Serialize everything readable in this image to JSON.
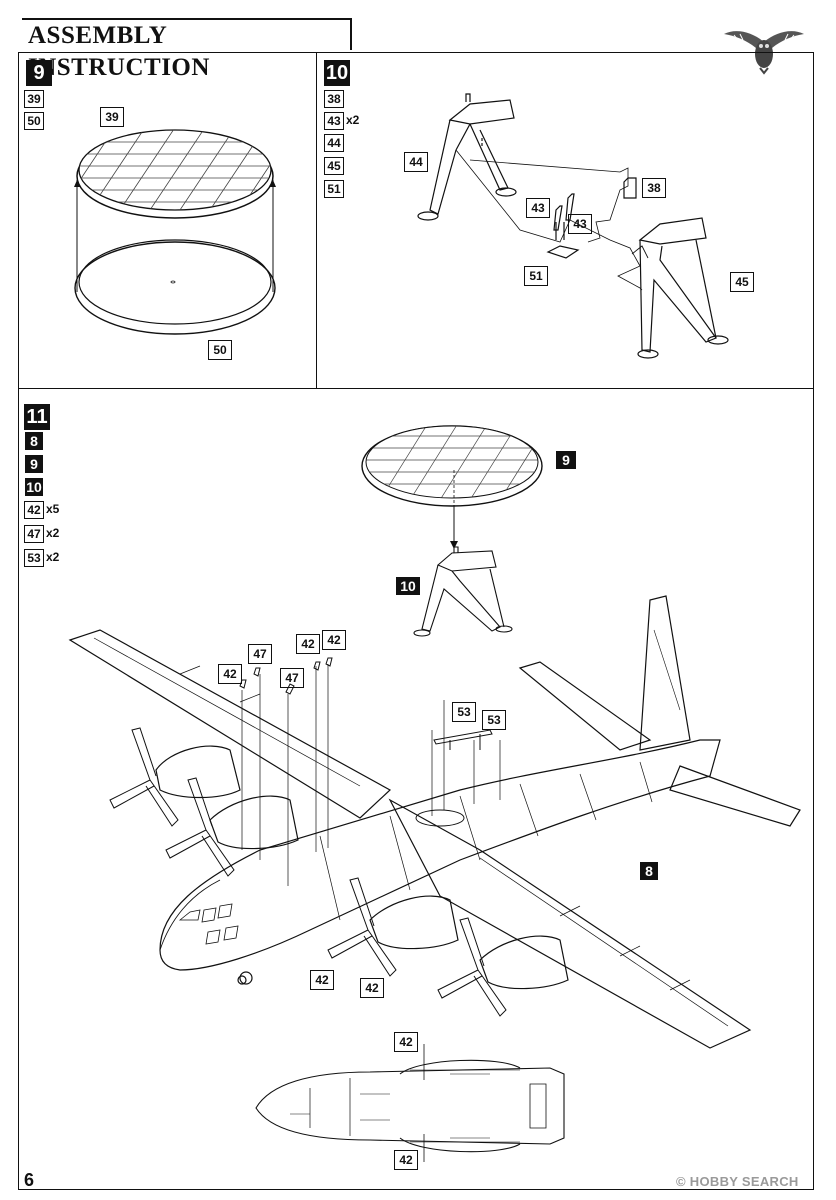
{
  "header": {
    "title": "ASSEMBLY INSTRUCTION",
    "logo_icon": "owl-logo-icon"
  },
  "steps": {
    "s9": {
      "number": "9",
      "parts": [
        {
          "id": "39",
          "qty": ""
        },
        {
          "id": "50",
          "qty": ""
        }
      ],
      "callouts": {
        "top": "39",
        "bottom": "50"
      }
    },
    "s10": {
      "number": "10",
      "parts": [
        {
          "id": "38",
          "qty": ""
        },
        {
          "id": "43",
          "qty": "x2"
        },
        {
          "id": "44",
          "qty": ""
        },
        {
          "id": "45",
          "qty": ""
        },
        {
          "id": "51",
          "qty": ""
        }
      ],
      "callouts": {
        "c44": "44",
        "c38": "38",
        "c43a": "43",
        "c43b": "43",
        "c51": "51",
        "c45": "45"
      }
    },
    "s11": {
      "number": "11",
      "subassemblies": [
        "8",
        "9",
        "10"
      ],
      "parts": [
        {
          "id": "42",
          "qty": "x5"
        },
        {
          "id": "47",
          "qty": "x2"
        },
        {
          "id": "53",
          "qty": "x2"
        }
      ],
      "callouts": {
        "sub9": "9",
        "sub10": "10",
        "sub8": "8",
        "c42a": "42",
        "c47a": "47",
        "c47b": "47",
        "c42b": "42",
        "c42c": "42",
        "c53a": "53",
        "c53b": "53",
        "c42d": "42",
        "c42e": "42",
        "c42f": "42",
        "c42g": "42"
      }
    }
  },
  "footer": {
    "page_number": "6",
    "watermark": "© HOBBY SEARCH"
  }
}
